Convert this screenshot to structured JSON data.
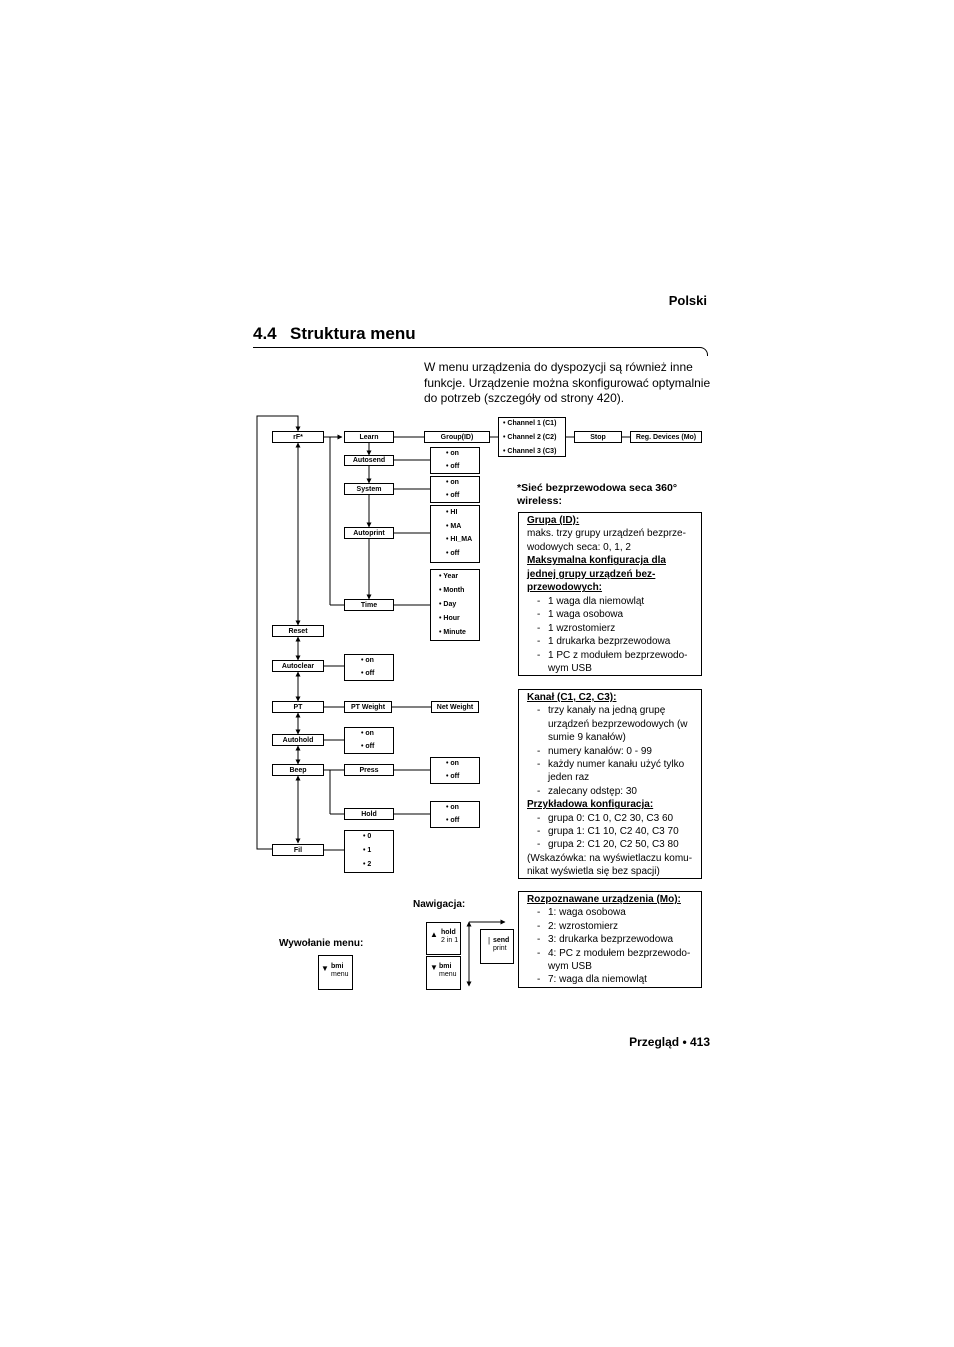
{
  "page": {
    "language": "Polski",
    "section_number": "4.4",
    "section_title": "Struktura menu",
    "intro": "W menu urządzenia do dyspozycji są również inne funkcje. Urządzenie można skonfigurować optymalnie do potrzeb (szczegóły od strony 420).",
    "footer": "Przegląd • 413"
  },
  "menu": {
    "rf": "rF*",
    "learn": "Learn",
    "group_id": "Group(ID)",
    "channels": [
      "• Channel 1 (C1)",
      "• Channel 2 (C2)",
      "• Channel 3 (C3)"
    ],
    "stop": "Stop",
    "reg_devices": "Reg. Devices (Mo)",
    "autosend": "Autosend",
    "autosend_opts": [
      "• on",
      "• off"
    ],
    "system": "System",
    "system_opts": [
      "• on",
      "• off"
    ],
    "autoprint": "Autoprint",
    "autoprint_opts": [
      "• HI",
      "• MA",
      "• HI_MA",
      "• off"
    ],
    "time": "Time",
    "time_opts": [
      "• Year",
      "• Month",
      "• Day",
      "• Hour",
      "• Minute"
    ],
    "reset": "Reset",
    "autoclear": "Autoclear",
    "autoclear_opts": [
      "• on",
      "• off"
    ],
    "pt": "PT",
    "pt_weight": "PT Weight",
    "net_weight": "Net Weight",
    "autohold": "Autohold",
    "autohold_opts": [
      "• on",
      "• off"
    ],
    "beep": "Beep",
    "press": "Press",
    "press_opts": [
      "• on",
      "• off"
    ],
    "hold": "Hold",
    "hold_opts": [
      "• on",
      "• off"
    ],
    "fil": "Fil",
    "fil_opts": [
      "• 0",
      "• 1",
      "• 2"
    ]
  },
  "notes": {
    "wireless_title": "*Sieć bezprzewodowa seca 360° wireless:",
    "group": {
      "heading": "Grupa (ID):",
      "text": "maks. trzy grupy urządzeń bezprze-wodowych seca: 0, 1, 2",
      "max_heading": "Maksymalna konfiguracja dla jednej grupy urządzeń bez-przewodowych:",
      "items": [
        "1 waga dla niemowląt",
        "1 waga osobowa",
        "1 wzrostomierz",
        "1 drukarka bezprzewodowa",
        "1 PC z modułem bezprzewodo-wym USB"
      ]
    },
    "channel": {
      "heading": "Kanał (C1, C2, C3):",
      "items": [
        "trzy kanały na jedną grupę urządzeń bezprzewodowych (w sumie 9 kanałów)",
        "numery kanałów: 0 - 99",
        "każdy numer kanału użyć tylko jeden raz",
        "zalecany odstęp: 30"
      ],
      "example_heading": "Przykładowa konfiguracja:",
      "example_items": [
        "grupa 0: C1 0, C2 30, C3 60",
        "grupa 1: C1 10, C2 40, C3 70",
        "grupa 2: C1 20, C2 50, C3 80"
      ],
      "hint": "(Wskazówka: na wyświetlaczu komu-nikat wyświetla się bez spacji)"
    },
    "devices": {
      "heading": "Rozpoznawane urządzenia (Mo):",
      "items": [
        "1: waga osobowa",
        "2: wzrostomierz",
        "3: drukarka bezprzewodowa",
        "4: PC z modułem bezprzewodo-wym USB",
        "7: waga dla niemowląt"
      ]
    }
  },
  "navigation": {
    "nav_label": "Nawigacja:",
    "call_label": "Wywołanie menu:",
    "key_hold": [
      "hold",
      "2 in 1"
    ],
    "key_bmi": [
      "bmi",
      "menu"
    ],
    "key_send": [
      "send",
      "print"
    ],
    "key_call": [
      "bmi",
      "menu"
    ]
  }
}
